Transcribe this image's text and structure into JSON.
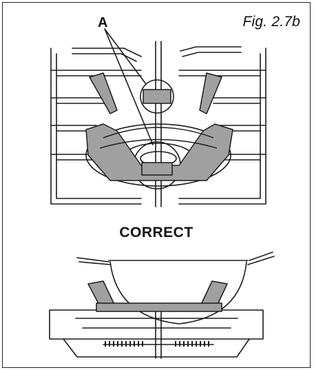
{
  "figure": {
    "label": "Fig. 2.7b",
    "callout": "A",
    "caption": "CORRECT"
  },
  "colors": {
    "line": "#1a1a1a",
    "support_fill": "#a0a0a0",
    "support_dark": "#6e6e6e",
    "background": "#ffffff"
  },
  "icons": {
    "top_view": "burner-wok-support-top-view",
    "side_view": "wok-on-burner-side-view"
  }
}
